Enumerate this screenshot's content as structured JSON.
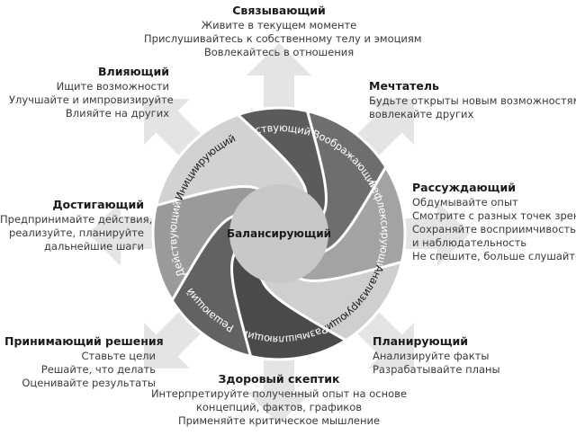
{
  "center_label": "Балансирующий",
  "segments": [
    {
      "id": "chuvstvuyushchiy",
      "label": "Чувствующий",
      "color": "#5b5b5b",
      "text_color": "#ffffff"
    },
    {
      "id": "voobrazhayushchiy",
      "label": "Воображающий",
      "color": "#6e6e6e",
      "text_color": "#ffffff"
    },
    {
      "id": "refleksiruyushchiy",
      "label": "Рефлексирующий",
      "color": "#a3a3a3",
      "text_color": "#ffffff"
    },
    {
      "id": "analiziruyushchiy",
      "label": "Анализирующий",
      "color": "#cfcfcf",
      "text_color": "#1a1a1a"
    },
    {
      "id": "razmyshlyayushchiy",
      "label": "Размышляющий",
      "color": "#4a4a4a",
      "text_color": "#ffffff"
    },
    {
      "id": "reshayushchiy",
      "label": "Решающий",
      "color": "#626262",
      "text_color": "#ffffff"
    },
    {
      "id": "deystvuyushchiy",
      "label": "Действующий",
      "color": "#9a9a9a",
      "text_color": "#ffffff"
    },
    {
      "id": "initsiiruyushchiy",
      "label": "Инициирующий",
      "color": "#d2d2d2",
      "text_color": "#1a1a1a"
    }
  ],
  "blocks": {
    "top": {
      "title": "Связывающий",
      "lines": [
        "Живите в текущем моменте",
        "Прислушивайтесь к собственному телу и эмоциям",
        "Вовлекайтесь в отношения"
      ]
    },
    "top_left": {
      "title": "Влияющий",
      "lines": [
        "Ищите возможности",
        "Улучшайте и импровизируйте",
        "Влияйте на других"
      ]
    },
    "top_right": {
      "title": "Мечтатель",
      "lines": [
        "Будьте открыты новым возможностям,",
        "вовлекайте других"
      ]
    },
    "left": {
      "title": "Достигающий",
      "lines": [
        "Предпринимайте действия,",
        "реализуйте, планируйте",
        "дальнейшие шаги"
      ]
    },
    "right": {
      "title": "Рассуждающий",
      "lines": [
        "Обдумывайте опыт",
        "Смотрите с разных точек зрения",
        "Сохраняйте восприимчивость",
        "и наблюдательность",
        "Не спешите, больше слушайте"
      ]
    },
    "bottom_left": {
      "title": "Принимающий решения",
      "lines": [
        "Ставьте цели",
        "Решайте, что делать",
        "Оценивайте результаты"
      ]
    },
    "bottom_right": {
      "title": "Планирующий",
      "lines": [
        "Анализируйте факты",
        "Разрабатывайте планы"
      ]
    },
    "bottom": {
      "title": "Здоровый скептик",
      "lines": [
        "Интерпретируйте полученный опыт на основе",
        "концепций, фактов, графиков",
        "Применяйте критическое мышление"
      ]
    }
  },
  "colors": {
    "arrow": "#e4e4e4",
    "hub": "#c8c8c8",
    "text": "#3a3a3a"
  }
}
